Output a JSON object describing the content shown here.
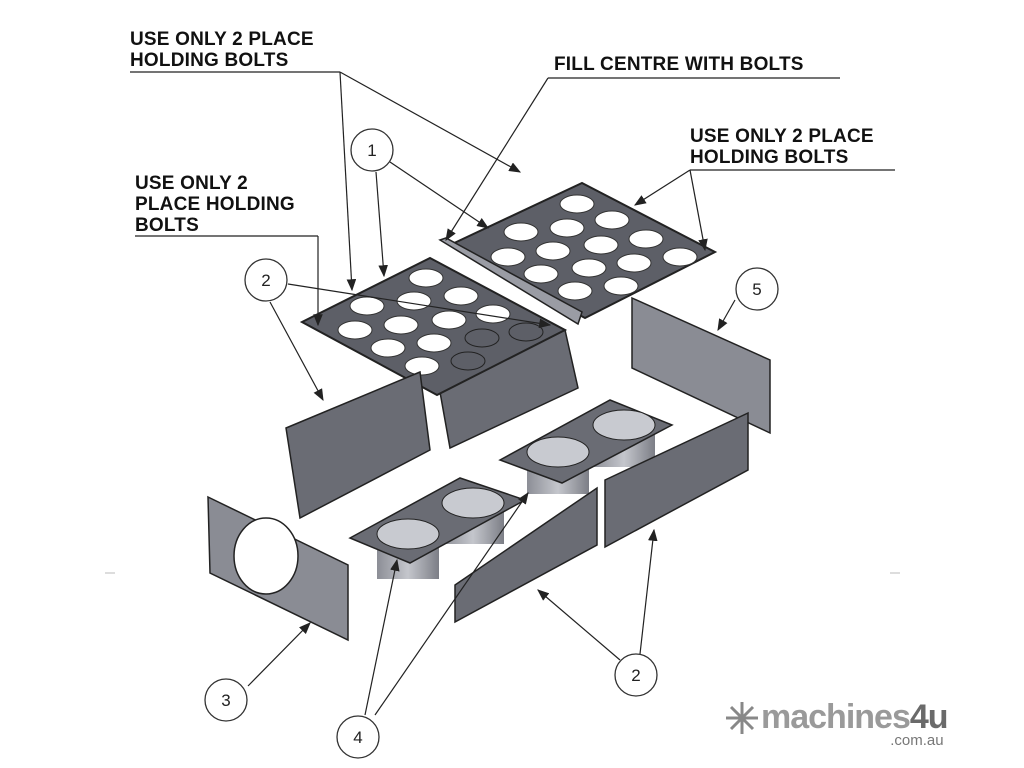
{
  "notes": {
    "top_left": [
      "USE ONLY 2 PLACE",
      "HOLDING BOLTS"
    ],
    "fill_centre": "FILL CENTRE WITH BOLTS",
    "top_right": [
      "USE ONLY 2 PLACE",
      "HOLDING BOLTS"
    ],
    "left": [
      "USE ONLY 2",
      "PLACE HOLDING",
      "BOLTS"
    ]
  },
  "balloons": [
    "1",
    "2",
    "5",
    "3",
    "4",
    "2"
  ],
  "logo": {
    "name": "machines",
    "accent": "4u",
    "domain": ".com.au"
  },
  "colors": {
    "panel": "#6e7079",
    "panel_dark": "#4f5159",
    "edge": "#222222",
    "cylinder": "#9a9ca4"
  }
}
